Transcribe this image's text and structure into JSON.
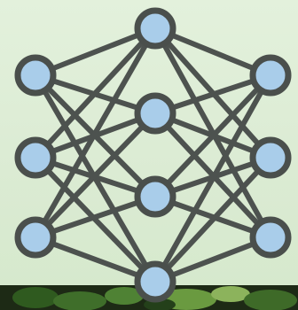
{
  "diagram": {
    "type": "neural-network",
    "layers": [
      {
        "id": "input-layer",
        "nodes": 3
      },
      {
        "id": "hidden-layer",
        "nodes": 4
      },
      {
        "id": "output-layer",
        "nodes": 3
      }
    ],
    "connections": "fully-connected",
    "colors": {
      "node_fill": "#a9cdea",
      "node_stroke": "#4a4f4c",
      "edge": "#4d524f",
      "background": "#dfeed9",
      "foliage": "#3f6e2a"
    }
  }
}
